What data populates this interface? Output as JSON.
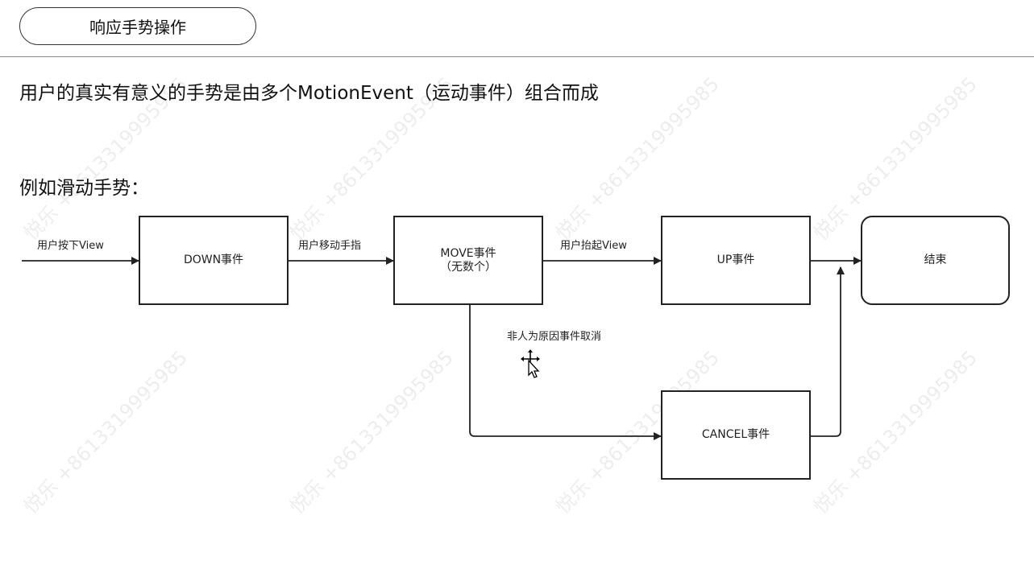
{
  "header": {
    "tab_label": "响应手势操作"
  },
  "content": {
    "intro": "用户的真实有意义的手势是由多个MotionEvent（运动事件）组合而成",
    "example_label": "例如滑动手势："
  },
  "diagram": {
    "nodes": {
      "down": "DOWN事件",
      "move_line1": "MOVE事件",
      "move_line2": "（无数个）",
      "up": "UP事件",
      "end": "结束",
      "cancel": "CANCEL事件"
    },
    "edges": {
      "press": "用户按下View",
      "move_finger": "用户移动手指",
      "lift": "用户抬起View",
      "cancel_reason": "非人为原因事件取消"
    }
  },
  "watermark": {
    "text": "悦乐 +8613319995985"
  },
  "icons": {
    "cursor": "move-cursor-icon"
  }
}
